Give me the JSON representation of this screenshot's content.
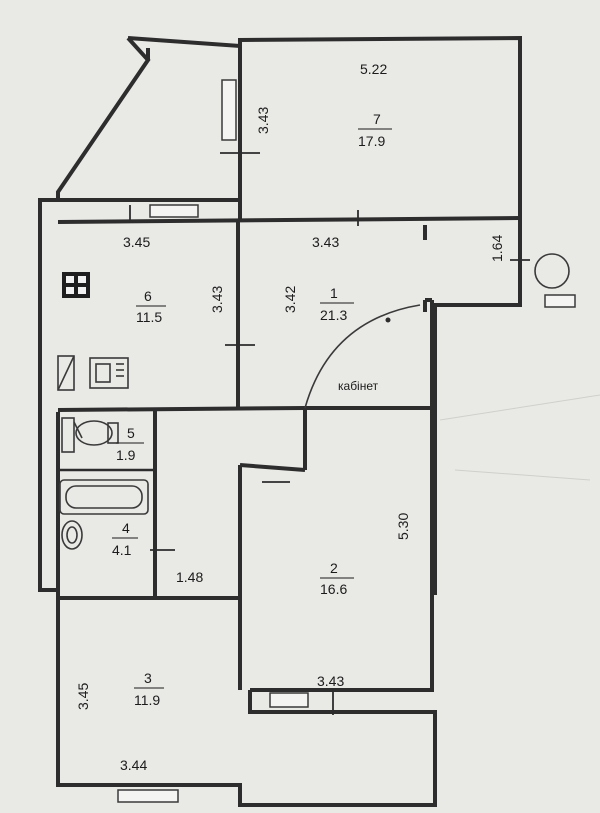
{
  "rooms": {
    "r1": {
      "number": "1",
      "area": "21.3"
    },
    "r2": {
      "number": "2",
      "area": "16.6"
    },
    "r3": {
      "number": "3",
      "area": "11.9"
    },
    "r4": {
      "number": "4",
      "area": "4.1"
    },
    "r5": {
      "number": "5",
      "area": "1.9"
    },
    "r6": {
      "number": "6",
      "area": "11.5"
    },
    "r7": {
      "number": "7",
      "area": "17.9"
    }
  },
  "room_label": "кабінет",
  "dimensions": {
    "d_522": "5.22",
    "d_343_balcony": "3.43",
    "d_345_kitchen": "3.45",
    "d_343_hall": "3.43",
    "d_164": "1.64",
    "d_343_kitchen": "3.43",
    "d_342": "3.42",
    "d_530": "5.30",
    "d_148": "1.48",
    "d_343_room2": "3.43",
    "d_345_room3": "3.45",
    "d_344": "3.44"
  }
}
